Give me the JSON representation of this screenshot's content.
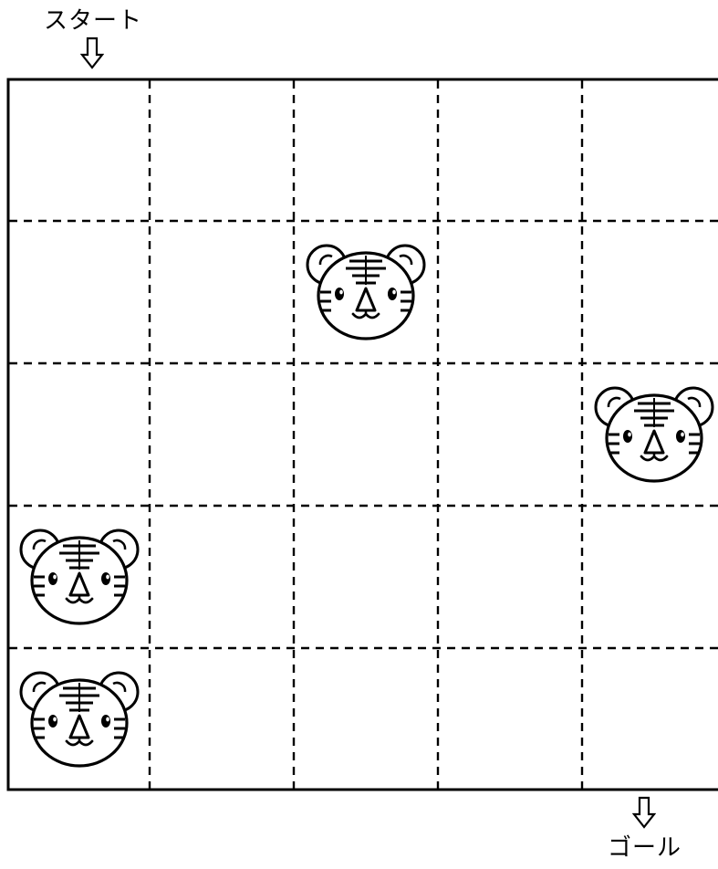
{
  "labels": {
    "start": "スタート",
    "goal": "ゴール"
  },
  "grid": {
    "rows": 5,
    "columns": 5,
    "tiger_cells": [
      {
        "row": 2,
        "col": 3
      },
      {
        "row": 3,
        "col": 5
      },
      {
        "row": 4,
        "col": 1
      },
      {
        "row": 5,
        "col": 1
      }
    ]
  },
  "icons": {
    "start_arrow": "down-arrow-icon",
    "goal_arrow": "down-arrow-icon",
    "tiger": "tiger-face-icon"
  }
}
